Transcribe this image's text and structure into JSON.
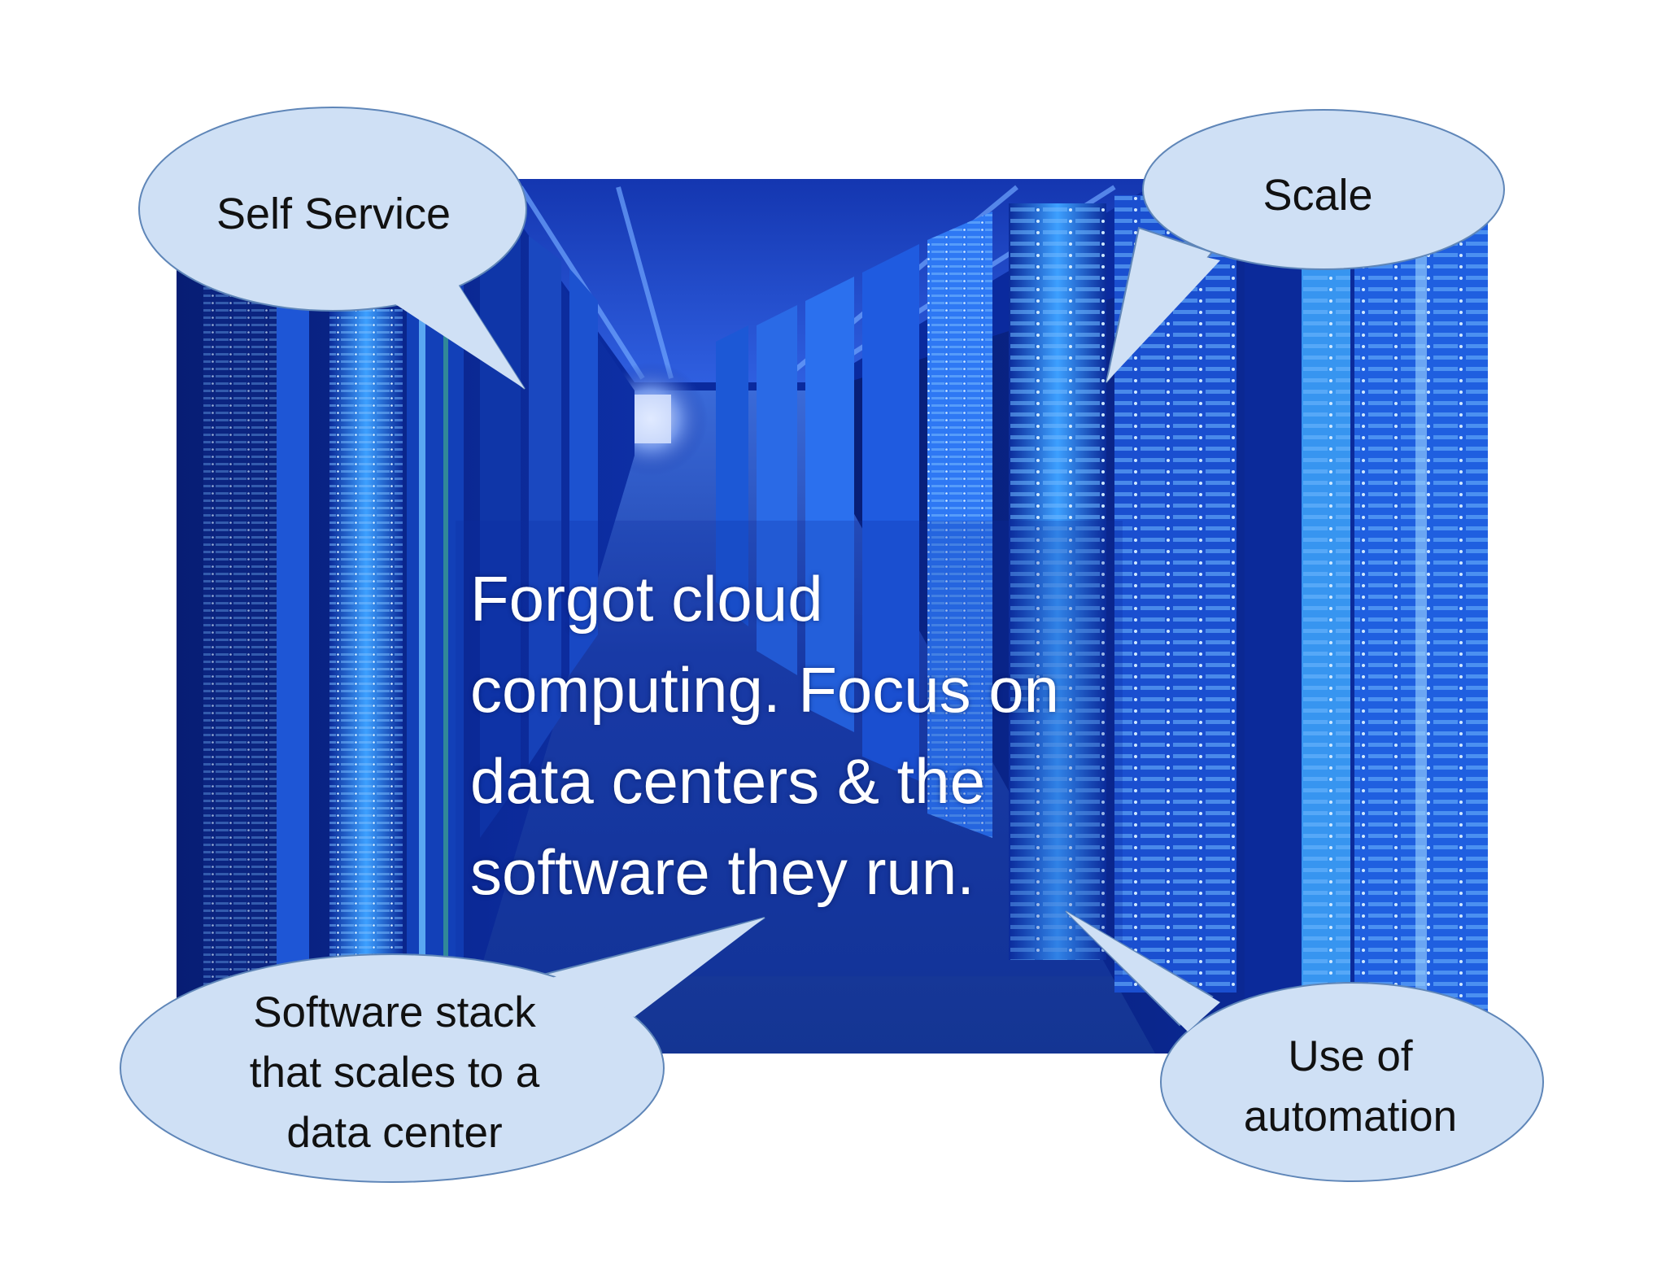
{
  "main_text": {
    "lines": [
      "Forgot cloud",
      "computing.  Focus on",
      "data centers & the",
      "software they run."
    ]
  },
  "callouts": {
    "self_service": {
      "lines": [
        "Self Service"
      ]
    },
    "scale": {
      "lines": [
        "Scale"
      ]
    },
    "software_stack": {
      "lines": [
        "Software stack",
        "that scales to a",
        "data center"
      ]
    },
    "automation": {
      "lines": [
        "Use of",
        "automation"
      ]
    }
  },
  "colors": {
    "background": "#ffffff",
    "photo_base": "#0a2a9e",
    "rack_light": "#2f8cff",
    "bubble_fill": "#cfe0f5",
    "bubble_stroke": "#5f86b8",
    "main_text": "#ffffff",
    "bubble_text": "#111111"
  }
}
